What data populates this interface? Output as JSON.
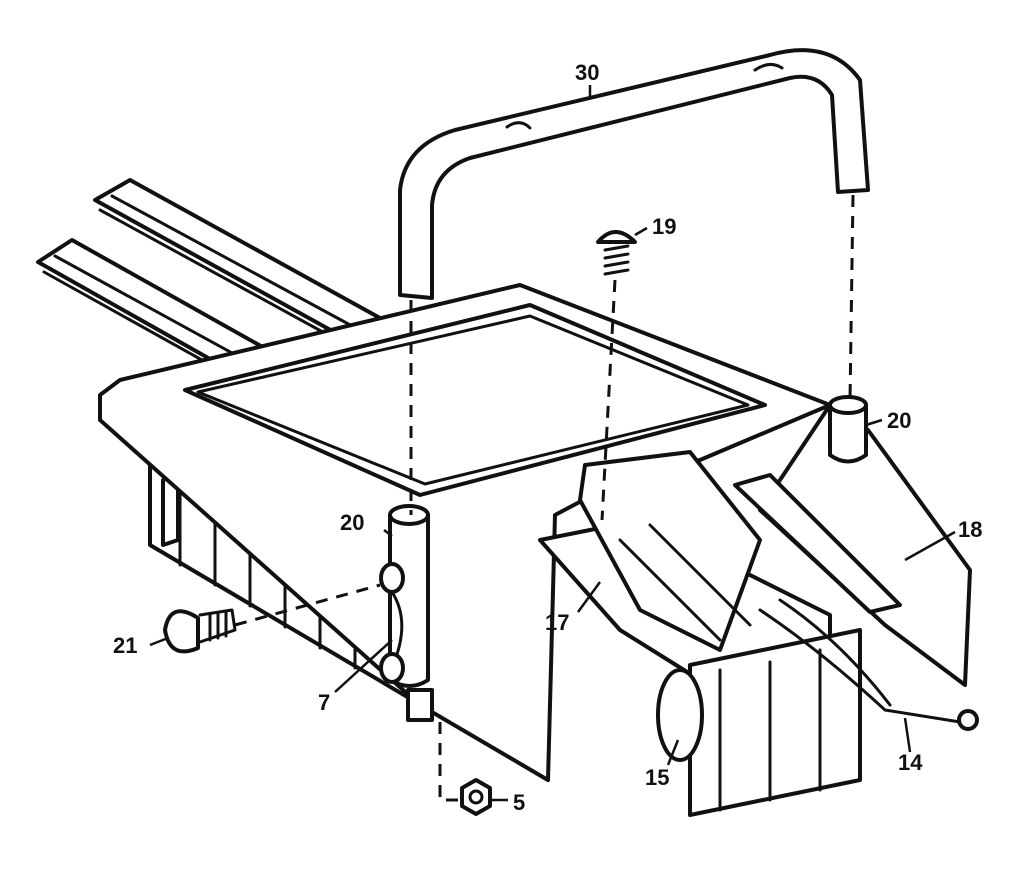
{
  "diagram": {
    "callouts": [
      {
        "id": "c30",
        "label": "30"
      },
      {
        "id": "c19",
        "label": "19"
      },
      {
        "id": "c20a",
        "label": "20"
      },
      {
        "id": "c20b",
        "label": "20"
      },
      {
        "id": "c18",
        "label": "18"
      },
      {
        "id": "c21",
        "label": "21"
      },
      {
        "id": "c7",
        "label": "7"
      },
      {
        "id": "c17",
        "label": "17"
      },
      {
        "id": "c15",
        "label": "15"
      },
      {
        "id": "c14",
        "label": "14"
      },
      {
        "id": "c5",
        "label": "5"
      }
    ]
  }
}
